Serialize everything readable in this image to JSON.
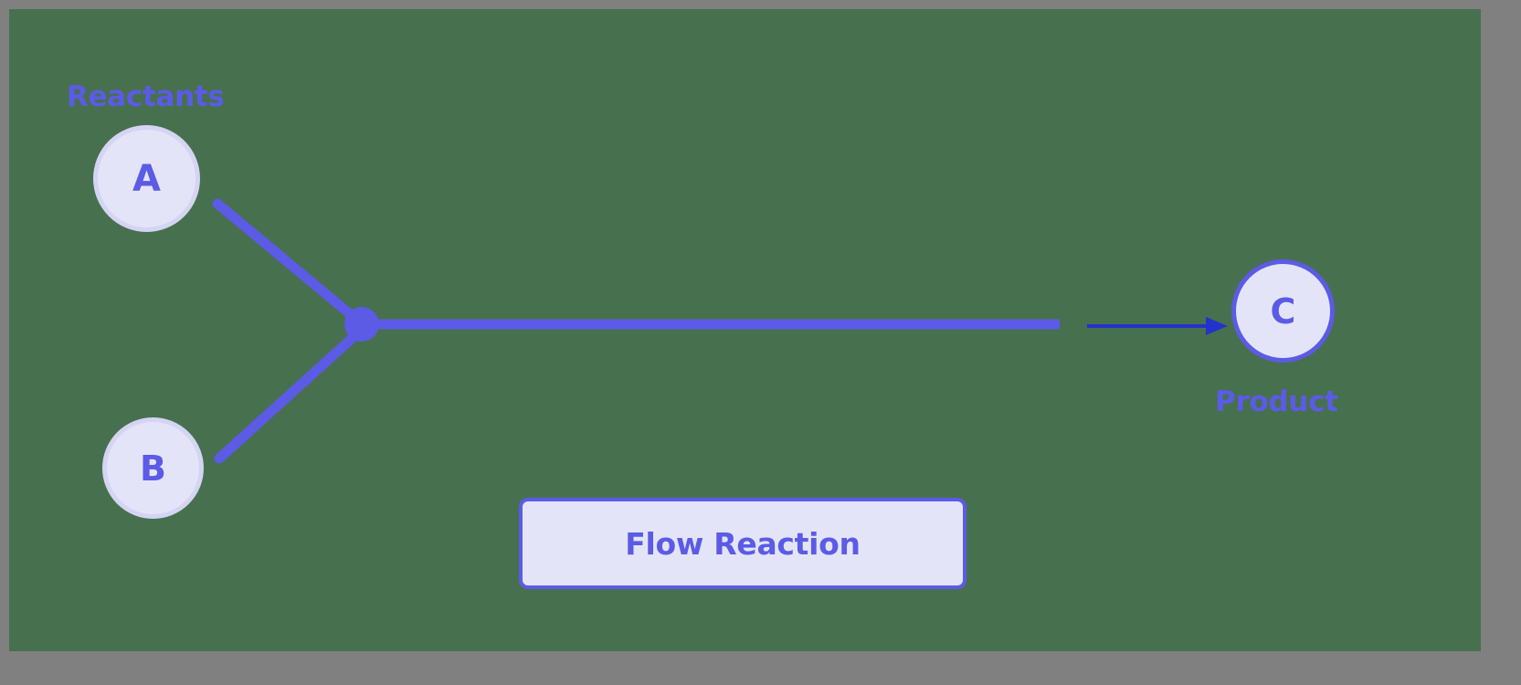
{
  "diagram": {
    "title": "Flow Reaction",
    "background_color": "#47704f",
    "frame_color": "#808080",
    "accent_color": "#5b5be6",
    "node_fill_color": "#e4e4f8",
    "arrow_color": "#2233cc",
    "captions": {
      "reactants": "Reactants",
      "product": "Product"
    },
    "nodes": [
      {
        "id": "a",
        "label": "A",
        "role": "reactant"
      },
      {
        "id": "b",
        "label": "B",
        "role": "reactant"
      },
      {
        "id": "c",
        "label": "C",
        "role": "product"
      }
    ],
    "junction": {
      "name": "merge-node",
      "fill": "#5b5be6"
    },
    "process": {
      "label": "Flow Reaction"
    },
    "edges": [
      {
        "from": "A",
        "to": "junction",
        "style": "thick"
      },
      {
        "from": "B",
        "to": "junction",
        "style": "thick"
      },
      {
        "from": "junction",
        "to": "arrow",
        "style": "thick"
      },
      {
        "from": "arrow",
        "to": "C",
        "style": "arrow"
      }
    ]
  }
}
